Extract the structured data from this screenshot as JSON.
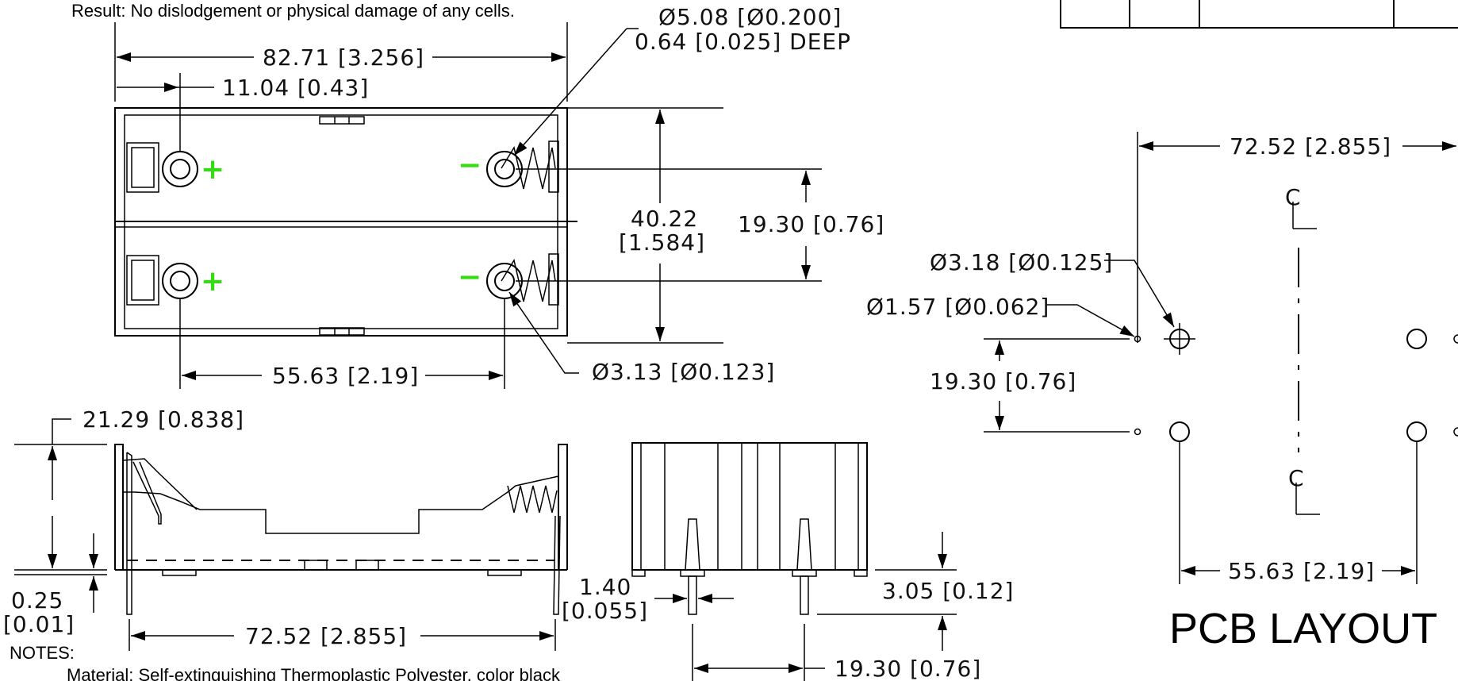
{
  "top_note": "Result: No dislodgement or physical damage of any cells.",
  "top_view": {
    "overall_length": "82.71 [3.256]",
    "terminal_offset": "11.04 [0.43]",
    "hole_dia": "Ø5.08 [Ø0.200]",
    "hole_depth": "0.64 [0.025] DEEP",
    "overall_width_mm": "40.22",
    "overall_width_in": "[1.584]",
    "cell_pitch": "19.30 [0.76]",
    "terminal_spacing": "55.63 [2.19]",
    "terminal_dia": "Ø3.13 [Ø0.123]",
    "positive_mark": "+",
    "negative_mark": "−"
  },
  "side_view": {
    "height": "21.29 [0.838]",
    "base_thickness_mm": "0.25",
    "base_thickness_in": "[0.01]",
    "pin_length": "72.52 [2.855]"
  },
  "end_view": {
    "pin_width_mm": "1.40",
    "pin_width_in": "[0.055]",
    "pin_projection": "3.05 [0.12]",
    "pin_spacing": "19.30 [0.76]"
  },
  "pcb_layout": {
    "title": "PCB LAYOUT",
    "hole_span": "72.52 [2.855]",
    "large_hole_dia": "Ø3.18 [Ø0.125]",
    "small_hole_dia": "Ø1.57 [Ø0.062]",
    "row_pitch": "19.30 [0.76]",
    "pad_spacing": "55.63 [2.19]"
  },
  "notes": {
    "heading": "NOTES:",
    "material": "Material: Self-extinguishing Thermoplastic Polyester, color black"
  }
}
